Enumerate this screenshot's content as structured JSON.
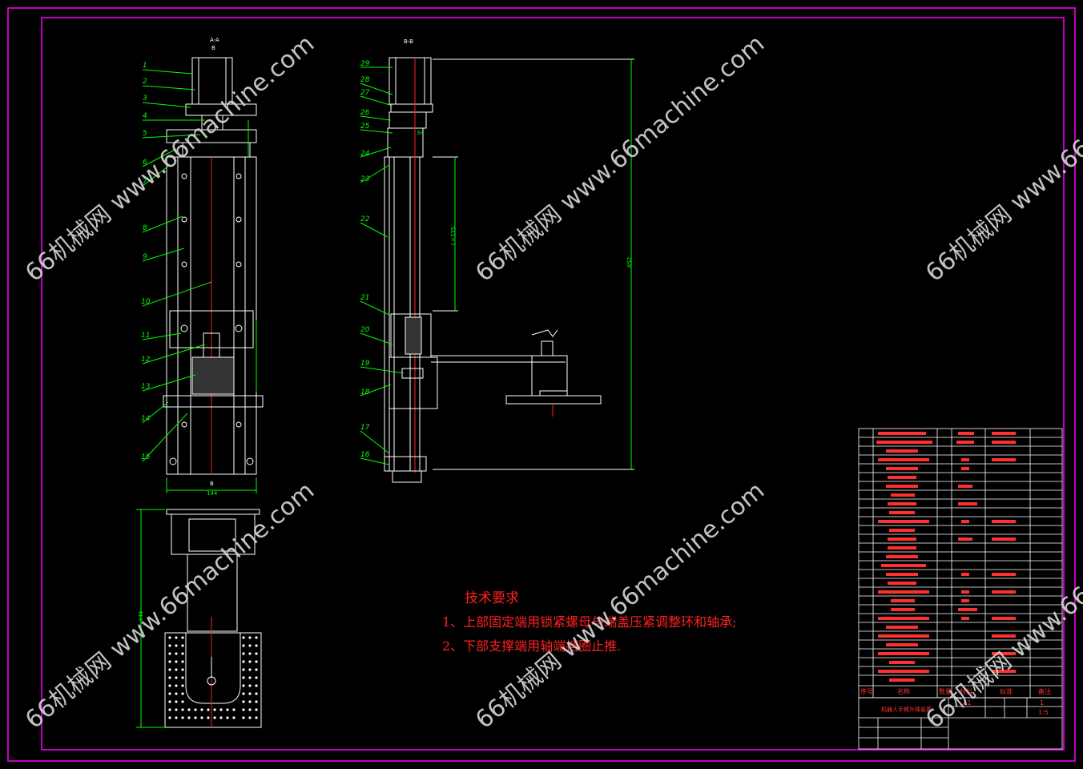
{
  "section_labels": {
    "left": "A-A",
    "middle": "B-B",
    "cut_mark": "B"
  },
  "left_balloons": [
    "1",
    "2",
    "3",
    "4",
    "5",
    "6",
    "7",
    "8",
    "9",
    "10",
    "11",
    "12",
    "13",
    "14",
    "15"
  ],
  "right_balloons": [
    "29",
    "28",
    "27",
    "26",
    "25",
    "24",
    "23",
    "22",
    "21",
    "20",
    "19",
    "18",
    "17",
    "16"
  ],
  "dimensions": {
    "left_width": "144",
    "left_height": "346",
    "middle_height": "652",
    "middle_stroke": "L=335",
    "nut_dim": "34"
  },
  "tech_notes": {
    "title": "技术要求",
    "items": [
      "1、上部固定端用锁紧螺母与端盖压紧调整环和轴承;",
      "2、下部支撑端用轴端挡圈止推."
    ]
  },
  "bom_header": [
    "序号",
    "名称",
    "数量",
    "材料",
    "标准",
    "备注"
  ],
  "title_block": {
    "drawing_name": "机器人手臂升降装置",
    "scale": "1:5",
    "sheet": "1",
    "size": "A1"
  },
  "watermarks": [
    "66机械网 www.66machine.com"
  ],
  "colors": {
    "frame": "#ff00ff",
    "geometry": "#ffffff",
    "dimension": "#00ff00",
    "notes": "#ff2020",
    "table_text": "#ff3030"
  }
}
